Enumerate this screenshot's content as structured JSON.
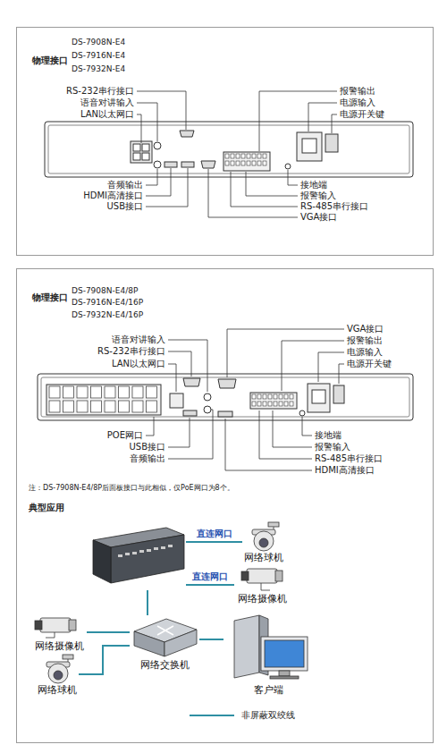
{
  "diagram": {
    "nodes": [
      {
        "text": []
      },
      {
        "text": [
          "网络球机"
        ]
      },
      {
        "text": [
          "网络摄像机"
        ]
      },
      {
        "text": [
          "网络交换机"
        ]
      },
      {
        "text": [
          "网络摄像机"
        ]
      },
      {
        "text": [
          "网络球机"
        ]
      },
      {
        "text": [
          "客户端"
        ]
      }
    ],
    "edges": [
      {
        "from": 0,
        "to": 1,
        "arrow": "none",
        "label": "直连网口"
      },
      {
        "from": 0,
        "to": 2,
        "arrow": "none",
        "label": "直连网口"
      },
      {
        "from": 0,
        "to": 3,
        "arrow": "none"
      },
      {
        "from": 3,
        "to": 4,
        "arrow": "none"
      },
      {
        "from": 3,
        "to": 5,
        "arrow": "none"
      },
      {
        "from": 3,
        "to": 6,
        "arrow": "none"
      }
    ],
    "labels": [
      "物理接口",
      "DS-7908N-E4",
      "DS-7916N-E4",
      "DS-7932N-E4",
      "RS-232串行接口",
      "语音对讲输入",
      "LAN以太网口",
      "音频输出",
      "HDMI高清接口",
      "USB接口",
      "报警输出",
      "电源输入",
      "电源开关键",
      "接地端",
      "报警输入",
      "RS-485串行接口",
      "VGA接口",
      "物理接口",
      "DS-7908N-E4/8P",
      "DS-7916N-E4/16P",
      "DS-7932N-E4/16P",
      "语音对讲输入",
      "RS-232串行接口",
      "LAN以太网口",
      "VGA接口",
      "报警输出",
      "电源输入",
      "电源开关键",
      "POE网口",
      "USB接口",
      "音频输出",
      "接地端",
      "报警输入",
      "RS-485串行接口",
      "HDMI高清接口",
      "注：DS-7908N-E4/8P后面板接口与此相似，仅PoE网口为8个。",
      "典型应用"
    ],
    "legend": [
      {
        "text": "非屏蔽双绞线"
      }
    ]
  }
}
